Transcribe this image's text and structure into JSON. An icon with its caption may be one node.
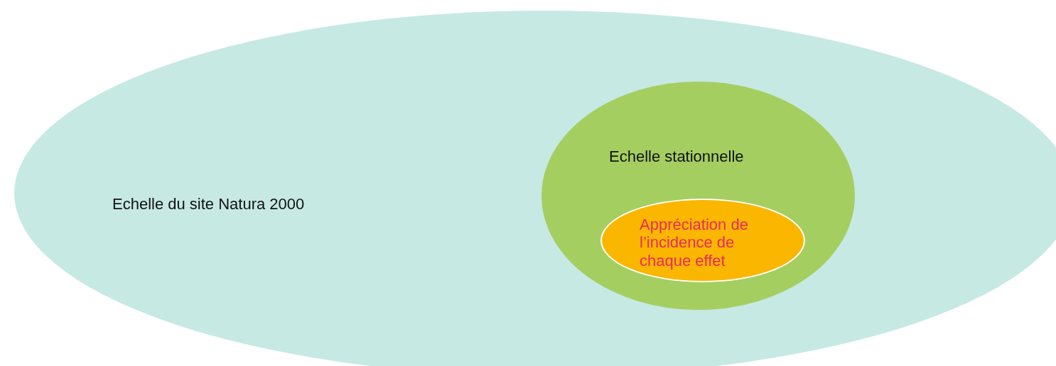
{
  "diagram": {
    "nodes": [
      {
        "text": [
          "Echelle du site Natura 2000"
        ]
      },
      {
        "text": [
          "Echelle stationnelle"
        ],
        "in": 0
      },
      {
        "text": [
          "Appréciation de l’incidence de chaque effet"
        ],
        "in": 1
      }
    ]
  }
}
